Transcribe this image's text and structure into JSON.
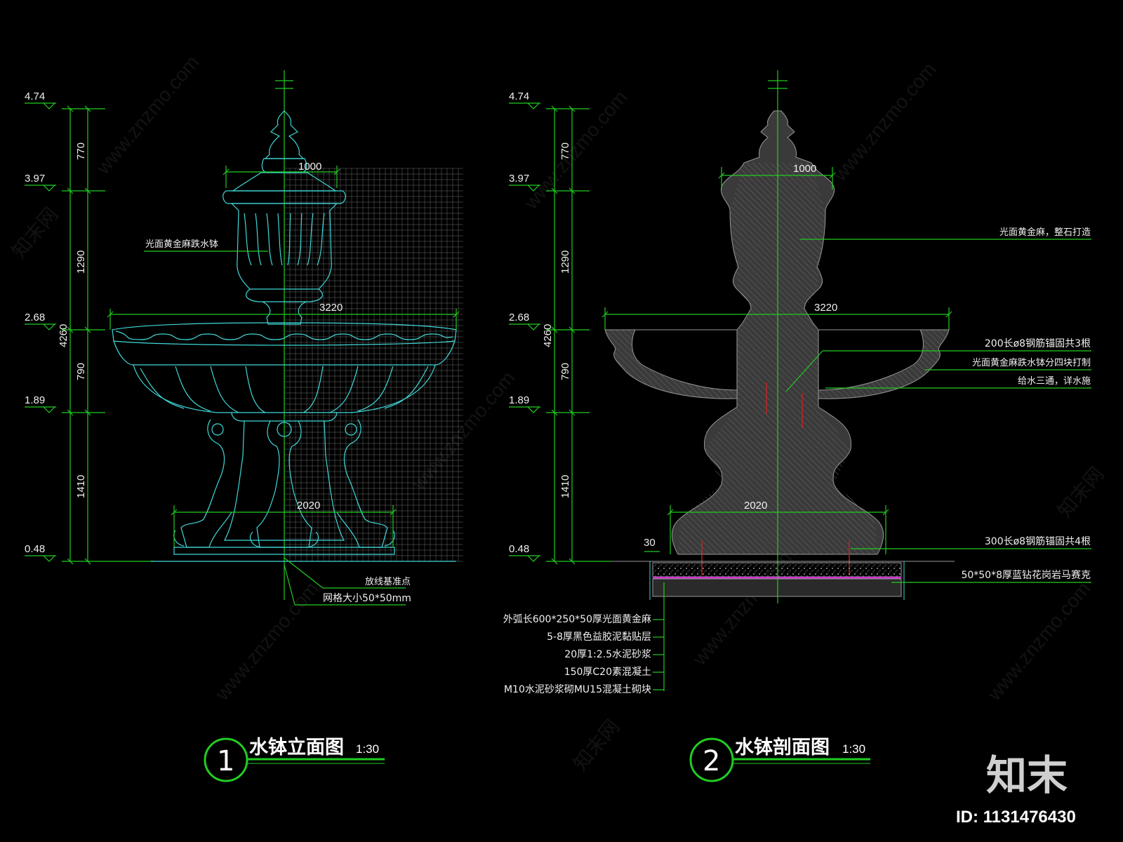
{
  "left_view": {
    "title": "水钵立面图",
    "number": "1",
    "scale": "1:30",
    "levels": [
      "4.74",
      "3.97",
      "2.68",
      "1.89",
      "0.48"
    ],
    "segments": [
      "770",
      "1290",
      "790",
      "1410"
    ],
    "total": "4260",
    "widths": [
      "1000",
      "3220",
      "2020"
    ],
    "notes": [
      "光面黄金麻跌水钵",
      "放线基准点",
      "网格大小50*50mm"
    ]
  },
  "right_view": {
    "title": "水钵剖面图",
    "number": "2",
    "scale": "1:30",
    "levels": [
      "4.74",
      "3.97",
      "2.68",
      "1.89",
      "0.48"
    ],
    "segments": [
      "770",
      "1290",
      "790",
      "1410"
    ],
    "total": "4260",
    "widths": [
      "1000",
      "3220",
      "2020",
      "30"
    ],
    "right_notes": [
      "光面黄金麻，整石打造",
      "200长ø8钢筋锚固共3根",
      "光面黄金麻跌水钵分四块打制",
      "给水三通，详水施",
      "300长ø8钢筋锚固共4根",
      "50*50*8厚蓝钻花岗岩马赛克"
    ],
    "bottom_notes": [
      "外弧长600*250*50厚光面黄金麻",
      "5-8厚黑色益胶泥黏贴层",
      "20厚1:2.5水泥砂浆",
      "150厚C20素混凝土",
      "M10水泥砂浆砌MU15混凝土砌块"
    ]
  },
  "watermark": "www.znzmo.com",
  "watermark_cn": "知末网",
  "brand": "知末",
  "image_id": "ID: 1131476430",
  "colors": {
    "dim": "#22cc22",
    "object": "#40d8d8",
    "section_fill": "#3a3a3a"
  }
}
